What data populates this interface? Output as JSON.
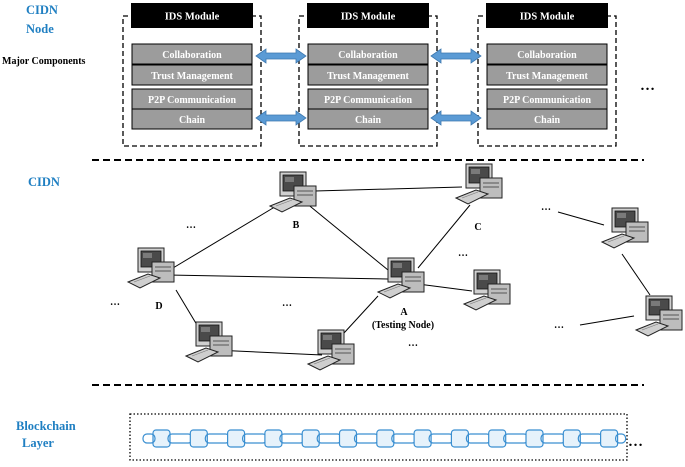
{
  "labels": {
    "cidn_node": [
      "CIDN",
      "Node"
    ],
    "major_components": "Major Components",
    "cidn": "CIDN",
    "blockchain_layer": [
      "Blockchain",
      "Layer"
    ]
  },
  "ids_modules": [
    {
      "title": "IDS Module",
      "layers": [
        "Collaboration",
        "Trust Management",
        "P2P Communication",
        "Chain"
      ]
    },
    {
      "title": "IDS Module",
      "layers": [
        "Collaboration",
        "Trust Management",
        "P2P Communication",
        "Chain"
      ]
    },
    {
      "title": "IDS Module",
      "layers": [
        "Collaboration",
        "Trust Management",
        "P2P Communication",
        "Chain"
      ]
    }
  ],
  "module_ellipsis": "…",
  "network": {
    "nodes": [
      {
        "id": "B",
        "label": "B"
      },
      {
        "id": "C",
        "label": "C"
      },
      {
        "id": "D",
        "label": "D"
      },
      {
        "id": "A",
        "label": "A",
        "sublabel": "(Testing Node)"
      }
    ],
    "ellipsis": "…"
  },
  "blockchain": {
    "ellipsis": "…",
    "colors": {
      "block": "#e6f2fb",
      "outline": "#3a8fd1"
    }
  },
  "colors": {
    "label_blue": "#1f7fc2",
    "layer_gray": "#9c9c9c",
    "arrow_blue": "#5b9bd5"
  }
}
